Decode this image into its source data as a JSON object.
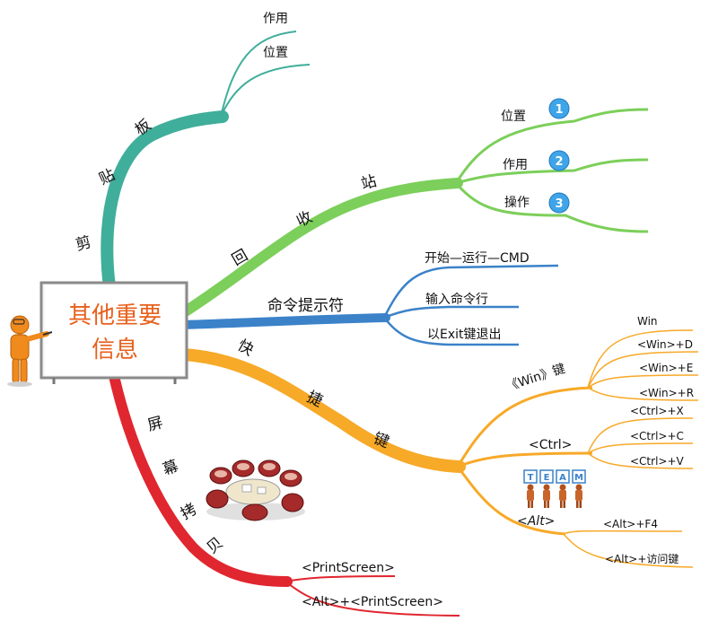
{
  "central": {
    "line1": "其他重要",
    "line2": "信息"
  },
  "branches": {
    "clipboard": {
      "title_chars": [
        "剪",
        "贴",
        "板"
      ],
      "children": [
        "作用",
        "位置"
      ],
      "color": "#3fae9a"
    },
    "recycle": {
      "title_chars": [
        "回",
        "收",
        "站"
      ],
      "children": [
        "位置",
        "作用",
        "操作"
      ],
      "badges": [
        "1",
        "2",
        "3"
      ],
      "color": "#7ccf5a"
    },
    "cmd": {
      "title": "命令提示符",
      "children": [
        "开始—运行—CMD",
        "输入命令行",
        "以Exit键退出"
      ],
      "color": "#3b82c9"
    },
    "shortcut": {
      "title_chars": [
        "快",
        "捷",
        "键"
      ],
      "color": "#f7a928",
      "win": {
        "label": "《Win》键",
        "children": [
          "Win",
          "<Win>+D",
          "<Win>+E",
          "<Win>+R"
        ]
      },
      "ctrl": {
        "label": "<Ctrl>",
        "children": [
          "<Ctrl>+X",
          "<Ctrl>+C",
          "<Ctrl>+V"
        ]
      },
      "team_letters": [
        "T",
        "E",
        "A",
        "M"
      ],
      "alt": {
        "label": "<Alt>",
        "children": [
          "<Alt>+F4",
          "<Alt>+访问键"
        ]
      }
    },
    "screenshot": {
      "title_chars": [
        "屏",
        "幕",
        "拷",
        "贝"
      ],
      "children": [
        "<PrintScreen>",
        "<Alt>+<PrintScreen>"
      ],
      "color": "#e0262f"
    }
  }
}
